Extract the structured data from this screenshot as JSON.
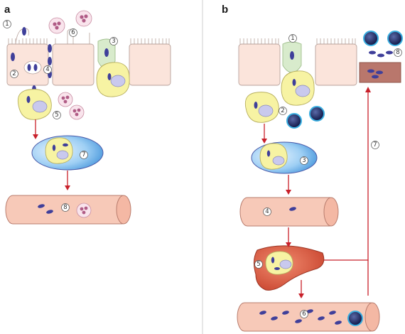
{
  "panel_a": {
    "label": "a",
    "markers": [
      "1",
      "2",
      "3",
      "4",
      "5",
      "6",
      "7",
      "8"
    ]
  },
  "panel_b": {
    "label": "b",
    "markers": [
      "1",
      "2",
      "3",
      "4",
      "5",
      "6",
      "7",
      "8"
    ]
  },
  "colors": {
    "arrow": "#c8202a",
    "epithelium": "#fbe4db",
    "m_cell": "#d8ebcc",
    "macrophage": "#f7f3a3",
    "lymph_node": "#5aa7e6",
    "vessel": "#f7c9b8",
    "liver": "#d9604a",
    "bacteria": "#3f3f9a",
    "neutrophil": "#f9e4ec"
  },
  "icons": [
    "epithelial-cell",
    "m-cell",
    "macrophage",
    "neutrophil",
    "bacterium",
    "lymph-node",
    "blood-vessel",
    "liver",
    "spleen-tissue"
  ]
}
